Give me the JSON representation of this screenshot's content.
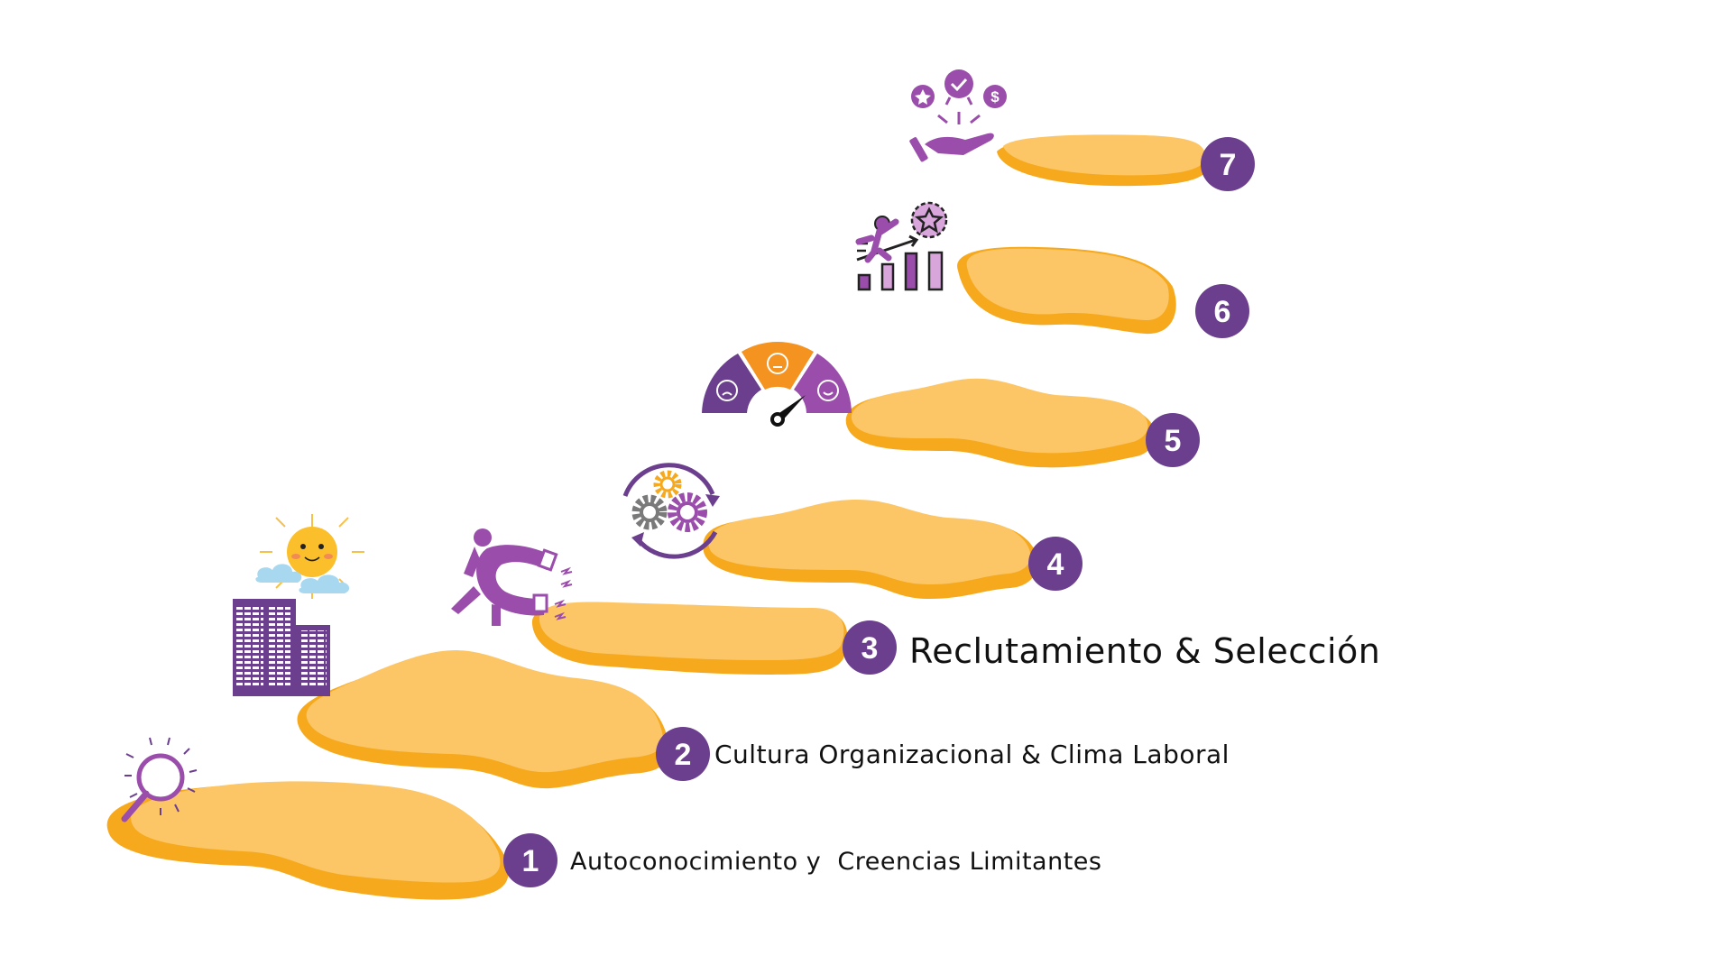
{
  "colors": {
    "stone_light": "#fcc667",
    "stone_dark": "#f6a91d",
    "badge": "#6b3f8e",
    "icon_purple": "#9a4dab",
    "icon_gray": "#7a7a7a",
    "gauge_orange": "#f59321"
  },
  "steps": [
    {
      "number": "1",
      "label": "Autoconocimiento y  Creencias Limitantes",
      "icon": "magnifying-glass-icon"
    },
    {
      "number": "2",
      "label": "Cultura Organizacional & Clima Laboral",
      "icon": "building-sun-icon"
    },
    {
      "number": "3",
      "label": "Reclutamiento & Selección",
      "icon": "person-magnet-icon"
    },
    {
      "number": "4",
      "label": "",
      "icon": "gears-cycle-icon"
    },
    {
      "number": "5",
      "label": "",
      "icon": "satisfaction-gauge-icon"
    },
    {
      "number": "6",
      "label": "",
      "icon": "growth-chart-icon"
    },
    {
      "number": "7",
      "label": "",
      "icon": "rewards-hand-icon"
    }
  ]
}
